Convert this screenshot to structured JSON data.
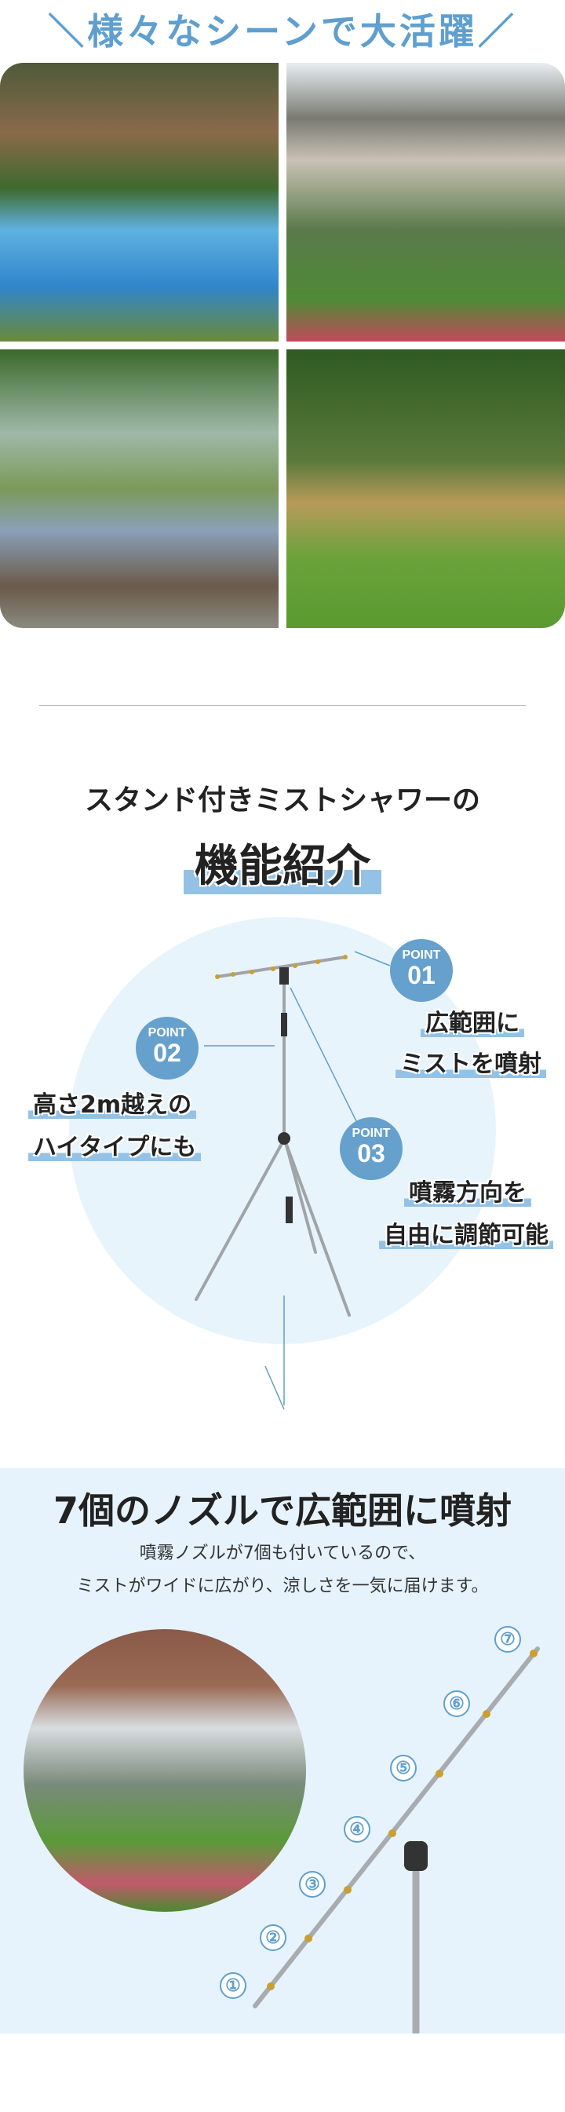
{
  "scenes": {
    "title": "＼様々なシーンで大活躍／",
    "photos": [
      "pool-scene",
      "garden-woman-scene",
      "family-bbq-scene",
      "dog-lawn-scene"
    ]
  },
  "features": {
    "heading": "スタンド付きミストシャワーの",
    "title": "機能紹介",
    "points": [
      {
        "label": "POINT",
        "number": "01",
        "lines": [
          "広範囲に",
          "ミストを噴射"
        ]
      },
      {
        "label": "POINT",
        "number": "02",
        "lines": [
          "高さ2m越えの",
          "ハイタイプにも"
        ]
      },
      {
        "label": "POINT",
        "number": "03",
        "lines": [
          "噴霧方向を",
          "自由に調節可能"
        ]
      }
    ]
  },
  "nozzles": {
    "title": "7個のノズルで広範囲に噴射",
    "desc": [
      "噴霧ノズルが7個も付いているので、",
      "ミストがワイドに広がり、涼しさを一気に届けます。"
    ],
    "numbers": [
      "①",
      "②",
      "③",
      "④",
      "⑤",
      "⑥",
      "⑦"
    ]
  },
  "colors": {
    "accent": "#66a0cd",
    "light": "#e8f4fc",
    "underline": "#93c2e6"
  }
}
